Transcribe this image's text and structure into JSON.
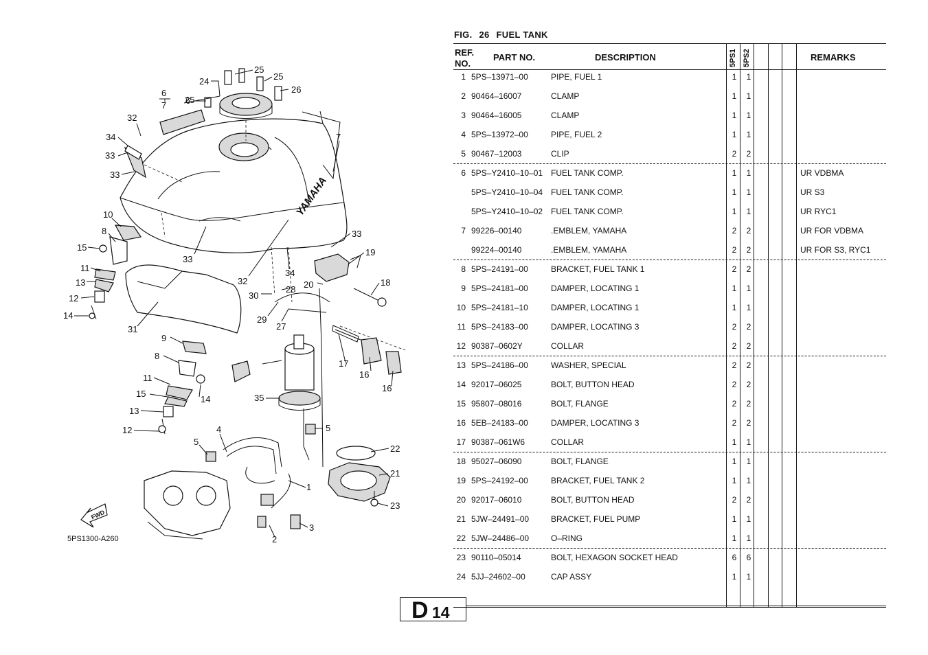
{
  "figure": {
    "prefix": "FIG.",
    "number": "26",
    "title": "FUEL TANK"
  },
  "diagram": {
    "code": "5PS1300-A260",
    "fwd_label": "FWD",
    "brand_label": "YAMAHA",
    "markers": [
      "24",
      "25",
      "25",
      "26",
      "6",
      "7",
      "6",
      "25",
      "32",
      "34",
      "33",
      "33",
      "7",
      "10",
      "8",
      "15",
      "11",
      "13",
      "12",
      "14",
      "33",
      "19",
      "33",
      "32",
      "18",
      "34",
      "28",
      "20",
      "30",
      "29",
      "27",
      "31",
      "9",
      "8",
      "11",
      "15",
      "13",
      "12",
      "14",
      "35",
      "17",
      "16",
      "16",
      "4",
      "5",
      "5",
      "22",
      "21",
      "23",
      "1",
      "3",
      "2"
    ]
  },
  "table": {
    "headers": {
      "ref": "REF.",
      "ref2": "NO.",
      "part_no": "PART NO.",
      "description": "DESCRIPTION",
      "model1": "5PS1",
      "model2": "5PS2",
      "remarks": "REMARKS"
    },
    "rows": [
      {
        "ref": "1",
        "part_no": "5PS–13971–00",
        "description": "PIPE, FUEL 1",
        "q1": "1",
        "q2": "1",
        "remarks": ""
      },
      {
        "ref": "2",
        "part_no": "90464–16007",
        "description": "CLAMP",
        "q1": "1",
        "q2": "1",
        "remarks": ""
      },
      {
        "ref": "3",
        "part_no": "90464–16005",
        "description": "CLAMP",
        "q1": "1",
        "q2": "1",
        "remarks": ""
      },
      {
        "ref": "4",
        "part_no": "5PS–13972–00",
        "description": "PIPE, FUEL 2",
        "q1": "1",
        "q2": "1",
        "remarks": ""
      },
      {
        "ref": "5",
        "part_no": "90467–12003",
        "description": "CLIP",
        "q1": "2",
        "q2": "2",
        "remarks": ""
      },
      {
        "ref": "6",
        "part_no": "5PS–Y2410–10–01",
        "description": "FUEL TANK COMP.",
        "q1": "1",
        "q2": "1",
        "remarks": "UR VDBMA"
      },
      {
        "ref": "",
        "part_no": "5PS–Y2410–10–04",
        "description": "FUEL TANK COMP.",
        "q1": "1",
        "q2": "1",
        "remarks": "UR S3"
      },
      {
        "ref": "",
        "part_no": "5PS–Y2410–10–02",
        "description": "FUEL TANK COMP.",
        "q1": "1",
        "q2": "1",
        "remarks": "UR RYC1"
      },
      {
        "ref": "7",
        "part_no": "99226–00140",
        "description": ".EMBLEM, YAMAHA",
        "q1": "2",
        "q2": "2",
        "remarks": "UR FOR VDBMA"
      },
      {
        "ref": "",
        "part_no": "99224–00140",
        "description": ".EMBLEM, YAMAHA",
        "q1": "2",
        "q2": "2",
        "remarks": "UR FOR S3, RYC1"
      },
      {
        "ref": "8",
        "part_no": "5PS–24191–00",
        "description": "BRACKET, FUEL TANK 1",
        "q1": "2",
        "q2": "2",
        "remarks": ""
      },
      {
        "ref": "9",
        "part_no": "5PS–24181–00",
        "description": "DAMPER, LOCATING 1",
        "q1": "1",
        "q2": "1",
        "remarks": ""
      },
      {
        "ref": "10",
        "part_no": "5PS–24181–10",
        "description": "DAMPER, LOCATING 1",
        "q1": "1",
        "q2": "1",
        "remarks": ""
      },
      {
        "ref": "11",
        "part_no": "5PS–24183–00",
        "description": "DAMPER, LOCATING 3",
        "q1": "2",
        "q2": "2",
        "remarks": ""
      },
      {
        "ref": "12",
        "part_no": "90387–0602Y",
        "description": "COLLAR",
        "q1": "2",
        "q2": "2",
        "remarks": ""
      },
      {
        "ref": "13",
        "part_no": "5PS–24186–00",
        "description": "WASHER, SPECIAL",
        "q1": "2",
        "q2": "2",
        "remarks": ""
      },
      {
        "ref": "14",
        "part_no": "92017–06025",
        "description": "BOLT, BUTTON HEAD",
        "q1": "2",
        "q2": "2",
        "remarks": ""
      },
      {
        "ref": "15",
        "part_no": "95807–08016",
        "description": "BOLT, FLANGE",
        "q1": "2",
        "q2": "2",
        "remarks": ""
      },
      {
        "ref": "16",
        "part_no": "5EB–24183–00",
        "description": "DAMPER, LOCATING 3",
        "q1": "2",
        "q2": "2",
        "remarks": ""
      },
      {
        "ref": "17",
        "part_no": "90387–061W6",
        "description": "COLLAR",
        "q1": "1",
        "q2": "1",
        "remarks": ""
      },
      {
        "ref": "18",
        "part_no": "95027–06090",
        "description": "BOLT, FLANGE",
        "q1": "1",
        "q2": "1",
        "remarks": ""
      },
      {
        "ref": "19",
        "part_no": "5PS–24192–00",
        "description": "BRACKET, FUEL TANK 2",
        "q1": "1",
        "q2": "1",
        "remarks": ""
      },
      {
        "ref": "20",
        "part_no": "92017–06010",
        "description": "BOLT, BUTTON HEAD",
        "q1": "2",
        "q2": "2",
        "remarks": ""
      },
      {
        "ref": "21",
        "part_no": "5JW–24491–00",
        "description": "BRACKET, FUEL PUMP",
        "q1": "1",
        "q2": "1",
        "remarks": ""
      },
      {
        "ref": "22",
        "part_no": "5JW–24486–00",
        "description": "O–RING",
        "q1": "1",
        "q2": "1",
        "remarks": ""
      },
      {
        "ref": "23",
        "part_no": "90110–05014",
        "description": "BOLT, HEXAGON SOCKET HEAD",
        "q1": "6",
        "q2": "6",
        "remarks": ""
      },
      {
        "ref": "24",
        "part_no": "5JJ–24602–00",
        "description": "CAP ASSY",
        "q1": "1",
        "q2": "1",
        "remarks": ""
      }
    ],
    "separator_before_rows": [
      5,
      10,
      15,
      20,
      25
    ]
  },
  "page_code": {
    "letter": "D",
    "number": "14"
  }
}
